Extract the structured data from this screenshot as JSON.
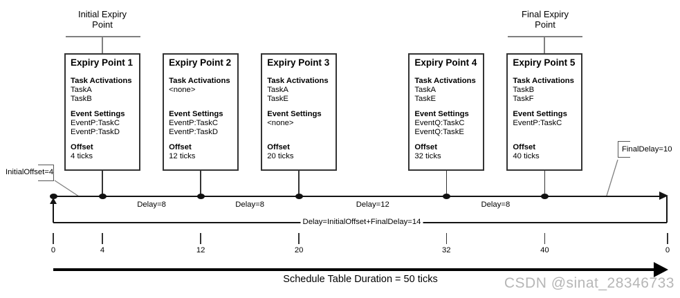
{
  "headers": {
    "initial_expiry": "Initial Expiry Point",
    "final_expiry": "Final Expiry Point"
  },
  "box_labels": {
    "task_activations": "Task Activations",
    "event_settings": "Event Settings",
    "offset": "Offset"
  },
  "expiry_points": [
    {
      "tick": 4,
      "title": "Expiry Point 1",
      "tasks": [
        "TaskA",
        "TaskB"
      ],
      "events": [
        "EventP:TaskC",
        "EventP:TaskD"
      ],
      "offset": "4 ticks"
    },
    {
      "tick": 12,
      "title": "Expiry Point 2",
      "tasks": [
        "<none>"
      ],
      "events": [
        "EventP:TaskC",
        "EventP:TaskD"
      ],
      "offset": "12 ticks"
    },
    {
      "tick": 20,
      "title": "Expiry Point 3",
      "tasks": [
        "TaskA",
        "TaskE"
      ],
      "events": [
        "<none>"
      ],
      "offset": "20 ticks"
    },
    {
      "tick": 32,
      "title": "Expiry Point 4",
      "tasks": [
        "TaskA",
        "TaskE"
      ],
      "events": [
        "EventQ:TaskC",
        "EventQ:TaskE"
      ],
      "offset": "32 ticks"
    },
    {
      "tick": 40,
      "title": "Expiry Point 5",
      "tasks": [
        "TaskB",
        "TaskF"
      ],
      "events": [
        "EventP:TaskC"
      ],
      "offset": "40 ticks"
    }
  ],
  "callouts": {
    "initial_offset": "InitialOffset=4",
    "final_delay": "FinalDelay=10"
  },
  "timeline": {
    "start_tick": 0,
    "end_tick": 50,
    "axis_ticks": [
      {
        "t": 0,
        "label": "0"
      },
      {
        "t": 4,
        "label": "4"
      },
      {
        "t": 12,
        "label": "12"
      },
      {
        "t": 20,
        "label": "20"
      },
      {
        "t": 32,
        "label": "32"
      },
      {
        "t": 40,
        "label": "40"
      },
      {
        "t": 50,
        "label": "0"
      }
    ],
    "delays": [
      {
        "from": 4,
        "to": 12,
        "label": "Delay=8"
      },
      {
        "from": 12,
        "to": 20,
        "label": "Delay=8"
      },
      {
        "from": 20,
        "to": 32,
        "label": "Delay=12"
      },
      {
        "from": 32,
        "to": 40,
        "label": "Delay=8"
      }
    ],
    "wrap_label": "Delay=InitialOffset+FinalDelay=14",
    "duration_label": "Schedule Table Duration = 50 ticks"
  },
  "watermark": "CSDN @sinat_28346733",
  "colors": {
    "line_black": "#141414",
    "line_gray": "#7f7f7f",
    "watermark_gray": "#b6b6b6"
  }
}
